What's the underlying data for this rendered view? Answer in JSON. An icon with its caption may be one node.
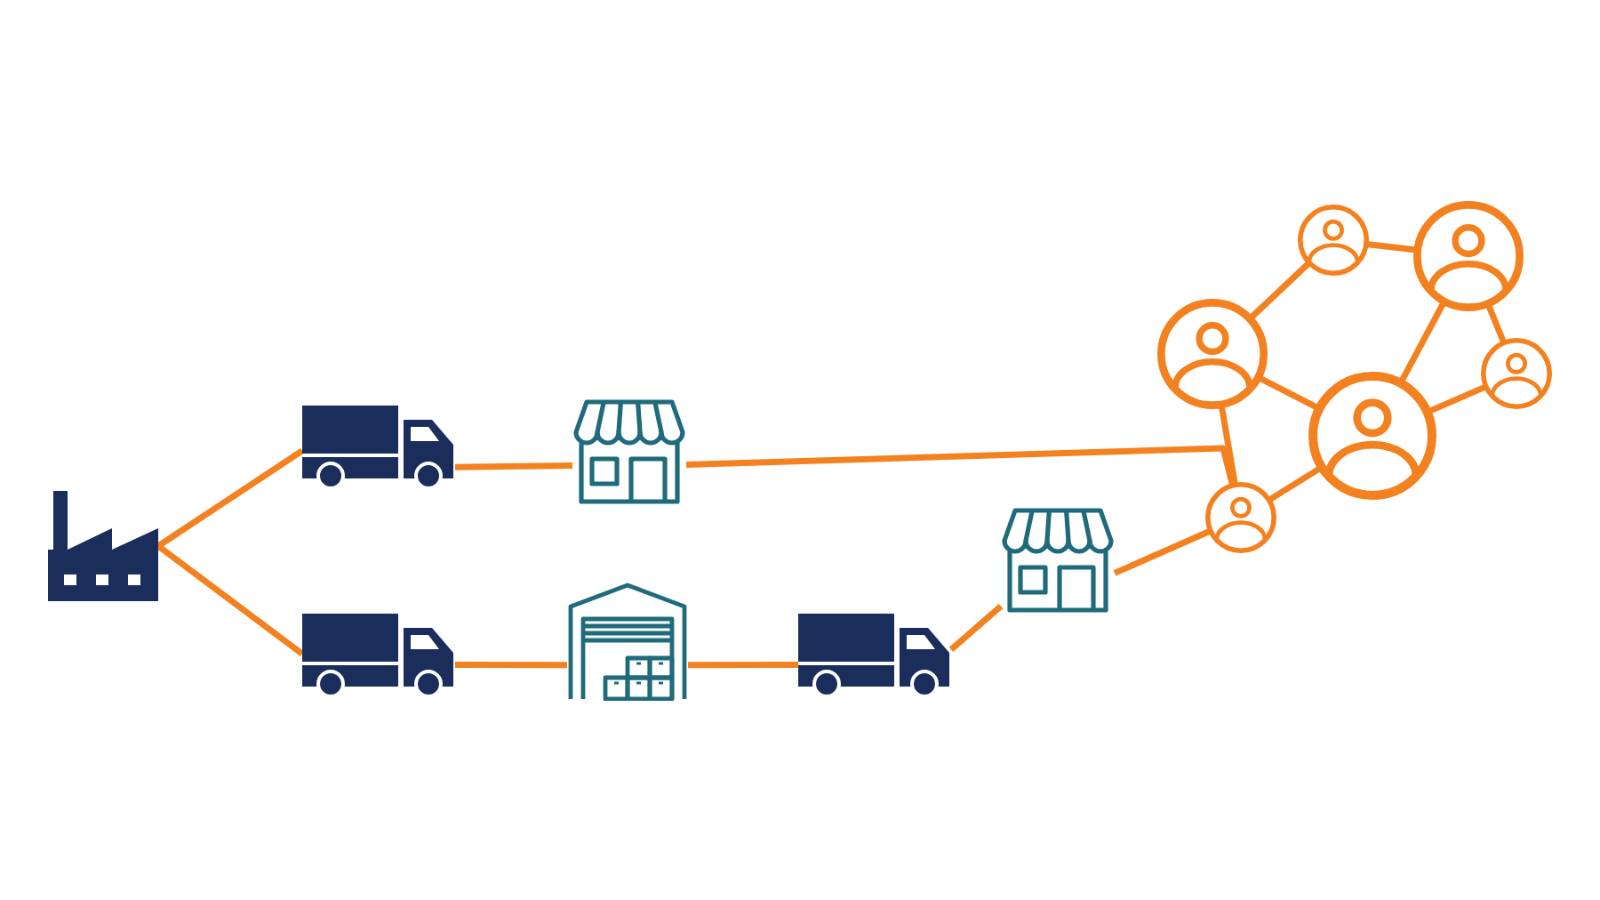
{
  "diagram": {
    "nodes": [
      {
        "text": [],
        "shape": "factory"
      },
      {
        "text": [],
        "shape": "truck"
      },
      {
        "text": [],
        "shape": "truck"
      },
      {
        "text": [],
        "shape": "store"
      },
      {
        "text": [],
        "shape": "warehouse"
      },
      {
        "text": [],
        "shape": "truck"
      },
      {
        "text": [],
        "shape": "store"
      },
      {
        "text": [],
        "shape": "person"
      },
      {
        "text": [],
        "shape": "person"
      },
      {
        "text": [],
        "shape": "person"
      },
      {
        "text": [],
        "shape": "person"
      },
      {
        "text": [],
        "shape": "person"
      },
      {
        "text": [],
        "shape": "person"
      }
    ],
    "edges": [
      {
        "from": 0,
        "to": 1,
        "arrow": "none"
      },
      {
        "from": 0,
        "to": 2,
        "arrow": "none"
      },
      {
        "from": 1,
        "to": 3,
        "arrow": "none"
      },
      {
        "from": 2,
        "to": 4,
        "arrow": "none"
      },
      {
        "from": 4,
        "to": 5,
        "arrow": "none"
      },
      {
        "from": 5,
        "to": 6,
        "arrow": "none"
      },
      {
        "from": 3,
        "to": 8,
        "arrow": "none"
      },
      {
        "from": 6,
        "to": 8,
        "arrow": "none"
      },
      {
        "from": 7,
        "to": 9,
        "arrow": "none"
      },
      {
        "from": 9,
        "to": 11,
        "arrow": "none"
      },
      {
        "from": 11,
        "to": 10,
        "arrow": "none"
      },
      {
        "from": 11,
        "to": 12,
        "arrow": "none"
      },
      {
        "from": 12,
        "to": 10,
        "arrow": "none"
      },
      {
        "from": 7,
        "to": 10,
        "arrow": "none"
      },
      {
        "from": 7,
        "to": 8,
        "arrow": "none"
      },
      {
        "from": 10,
        "to": 8,
        "arrow": "none"
      }
    ]
  }
}
